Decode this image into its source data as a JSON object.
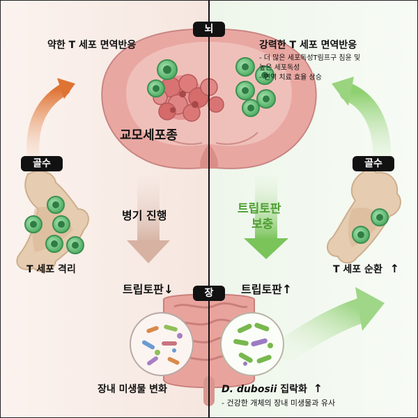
{
  "labels": {
    "brain": "뇌",
    "gut": "장",
    "bone_marrow_left": "골수",
    "bone_marrow_right": "골수",
    "weak_response": "약한 T 세포 면역반응",
    "strong_response": "강력한 T 세포 면역반응",
    "strong_bullet_1a": "- 더 많은 세포독성T림프구 침윤 및",
    "strong_bullet_1b": "높은 세포독성",
    "strong_bullet_2": "- 면역 치료 효율 상승",
    "glioblastoma": "교모세포종",
    "disease_progression": "병기 진행",
    "tryptophan_supplement_1": "트립토판",
    "tryptophan_supplement_2": "보충",
    "t_cell_sequestration": "T 세포 격리",
    "t_cell_circulation": "T 세포 순환",
    "up_arrow": "↑",
    "tryptophan_down": "트립토판",
    "down_arrow": "↓",
    "tryptophan_up": "트립토판",
    "microbiome_change": "장내 미생물 변화",
    "dubosii_name": "D. dubosii",
    "dubosii_colonization": " 집락화",
    "healthy_microbiome": "- 건강한 개체의 장내 미생물과 유사"
  },
  "colors": {
    "left_panel": "#f9efe9",
    "right_panel": "#eef6ea",
    "orange_arrow": "#e07a3a",
    "green_arrow": "#6fbf4f",
    "tcell": "#7fd08a",
    "tumor": "#e38b8b"
  }
}
